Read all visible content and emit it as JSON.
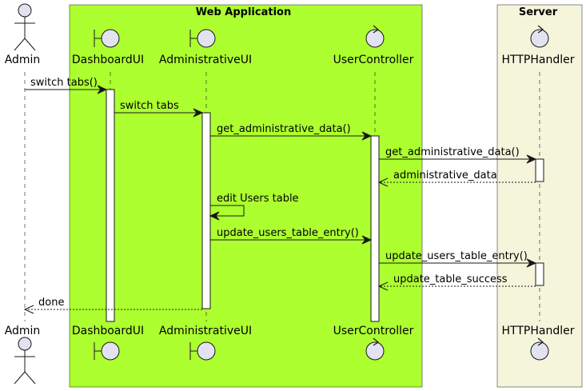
{
  "boxes": [
    {
      "id": "webapp",
      "title": "Web Application",
      "color": "#ADFF2F"
    },
    {
      "id": "server",
      "title": "Server",
      "color": "#F5F5DC"
    }
  ],
  "participants": [
    {
      "id": "admin",
      "name": "Admin",
      "kind": "actor"
    },
    {
      "id": "dashboard",
      "name": "DashboardUI",
      "kind": "boundary"
    },
    {
      "id": "administrative",
      "name": "AdministrativeUI",
      "kind": "boundary"
    },
    {
      "id": "usercontroller",
      "name": "UserController",
      "kind": "control"
    },
    {
      "id": "httphandler",
      "name": "HTTPHandler",
      "kind": "control"
    }
  ],
  "messages": [
    {
      "from": "admin",
      "to": "dashboard",
      "label": "switch tabs()",
      "kind": "sync"
    },
    {
      "from": "dashboard",
      "to": "administrative",
      "label": "switch tabs",
      "kind": "sync"
    },
    {
      "from": "administrative",
      "to": "usercontroller",
      "label": "get_administrative_data()",
      "kind": "sync"
    },
    {
      "from": "usercontroller",
      "to": "httphandler",
      "label": "get_administrative_data()",
      "kind": "sync"
    },
    {
      "from": "httphandler",
      "to": "usercontroller",
      "label": "administrative_data",
      "kind": "return"
    },
    {
      "from": "administrative",
      "to": "administrative",
      "label": "edit Users table",
      "kind": "self"
    },
    {
      "from": "administrative",
      "to": "usercontroller",
      "label": "update_users_table_entry()",
      "kind": "sync"
    },
    {
      "from": "usercontroller",
      "to": "httphandler",
      "label": "update_users_table_entry()",
      "kind": "sync"
    },
    {
      "from": "httphandler",
      "to": "usercontroller",
      "label": "update_table_success",
      "kind": "return"
    },
    {
      "from": "administrative",
      "to": "admin",
      "label": "done",
      "kind": "return"
    }
  ],
  "colors": {
    "participant_fill": "#E2E2F0",
    "line": "#181818"
  }
}
